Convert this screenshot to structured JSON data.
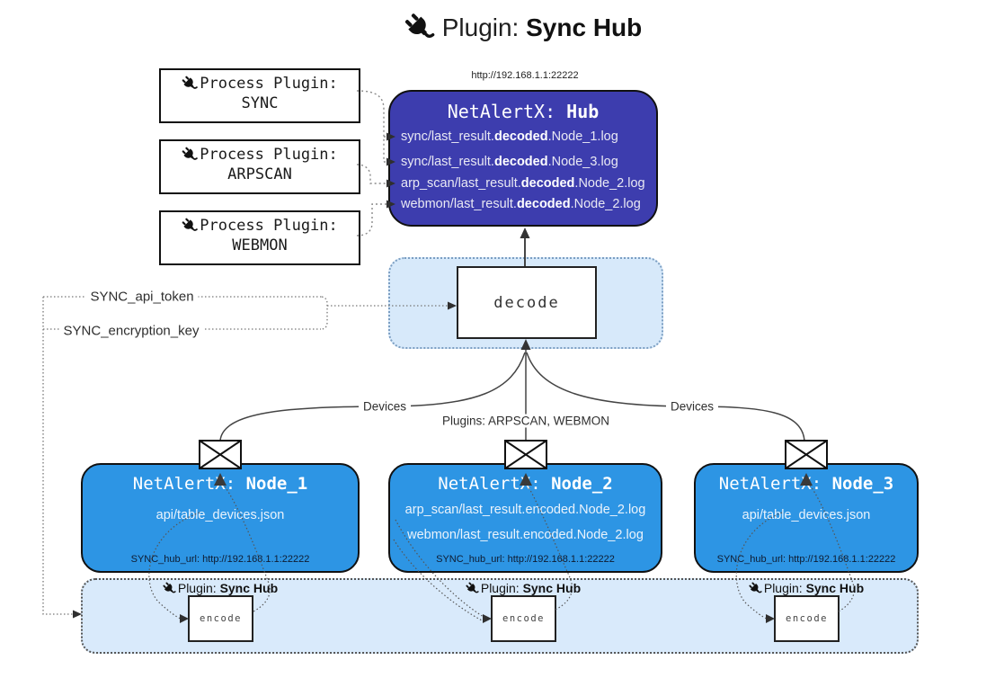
{
  "colors": {
    "hub_bg": "#3d3dae",
    "node_bg": "#2d95e4",
    "panel_bg": "#d9eafb",
    "decode_panel_bg": "#d7e9fa"
  },
  "title": {
    "plugin_prefix": "Plugin: ",
    "plugin_name": "Sync Hub"
  },
  "process_plugins": [
    {
      "heading": "Process Plugin:",
      "name": "SYNC"
    },
    {
      "heading": "Process Plugin:",
      "name": "ARPSCAN"
    },
    {
      "heading": "Process Plugin:",
      "name": "WEBMON"
    }
  ],
  "hub": {
    "url": "http://192.168.1.1:22222",
    "name_prefix": "NetAlertX: ",
    "name": "Hub",
    "log_lines": [
      {
        "pre": "sync/last_result.",
        "bold": "decoded",
        "post": ".Node_1.log"
      },
      {
        "pre": "sync/last_result.",
        "bold": "decoded",
        "post": ".Node_3.log"
      },
      {
        "pre": "arp_scan/last_result.",
        "bold": "decoded",
        "post": ".Node_2.log"
      },
      {
        "pre": "webmon/last_result.",
        "bold": "decoded",
        "post": ".Node_2.log"
      }
    ]
  },
  "decode": {
    "label": "decode"
  },
  "config_keys": {
    "api_token": "SYNC_api_token",
    "encryption_key": "SYNC_encryption_key"
  },
  "edge_labels": {
    "left": "Devices",
    "center": "Plugins: ARPSCAN, WEBMON",
    "right": "Devices"
  },
  "nodes": [
    {
      "name_prefix": "NetAlertX: ",
      "name": "Node_1",
      "lines": [
        "api/table_devices.json"
      ],
      "hub_url": "SYNC_hub_url: http://192.168.1.1:22222"
    },
    {
      "name_prefix": "NetAlertX: ",
      "name": "Node_2",
      "lines": [
        "arp_scan/last_result.encoded.Node_2.log",
        "webmon/last_result.encoded.Node_2.log"
      ],
      "hub_url": "SYNC_hub_url: http://192.168.1.1:22222"
    },
    {
      "name_prefix": "NetAlertX: ",
      "name": "Node_3",
      "lines": [
        "api/table_devices.json"
      ],
      "hub_url": "SYNC_hub_url: http://192.168.1.1:22222"
    }
  ],
  "encode_panel": {
    "plugin_prefix": "Plugin: ",
    "plugin_name": "Sync Hub",
    "encode_label": "encode"
  }
}
